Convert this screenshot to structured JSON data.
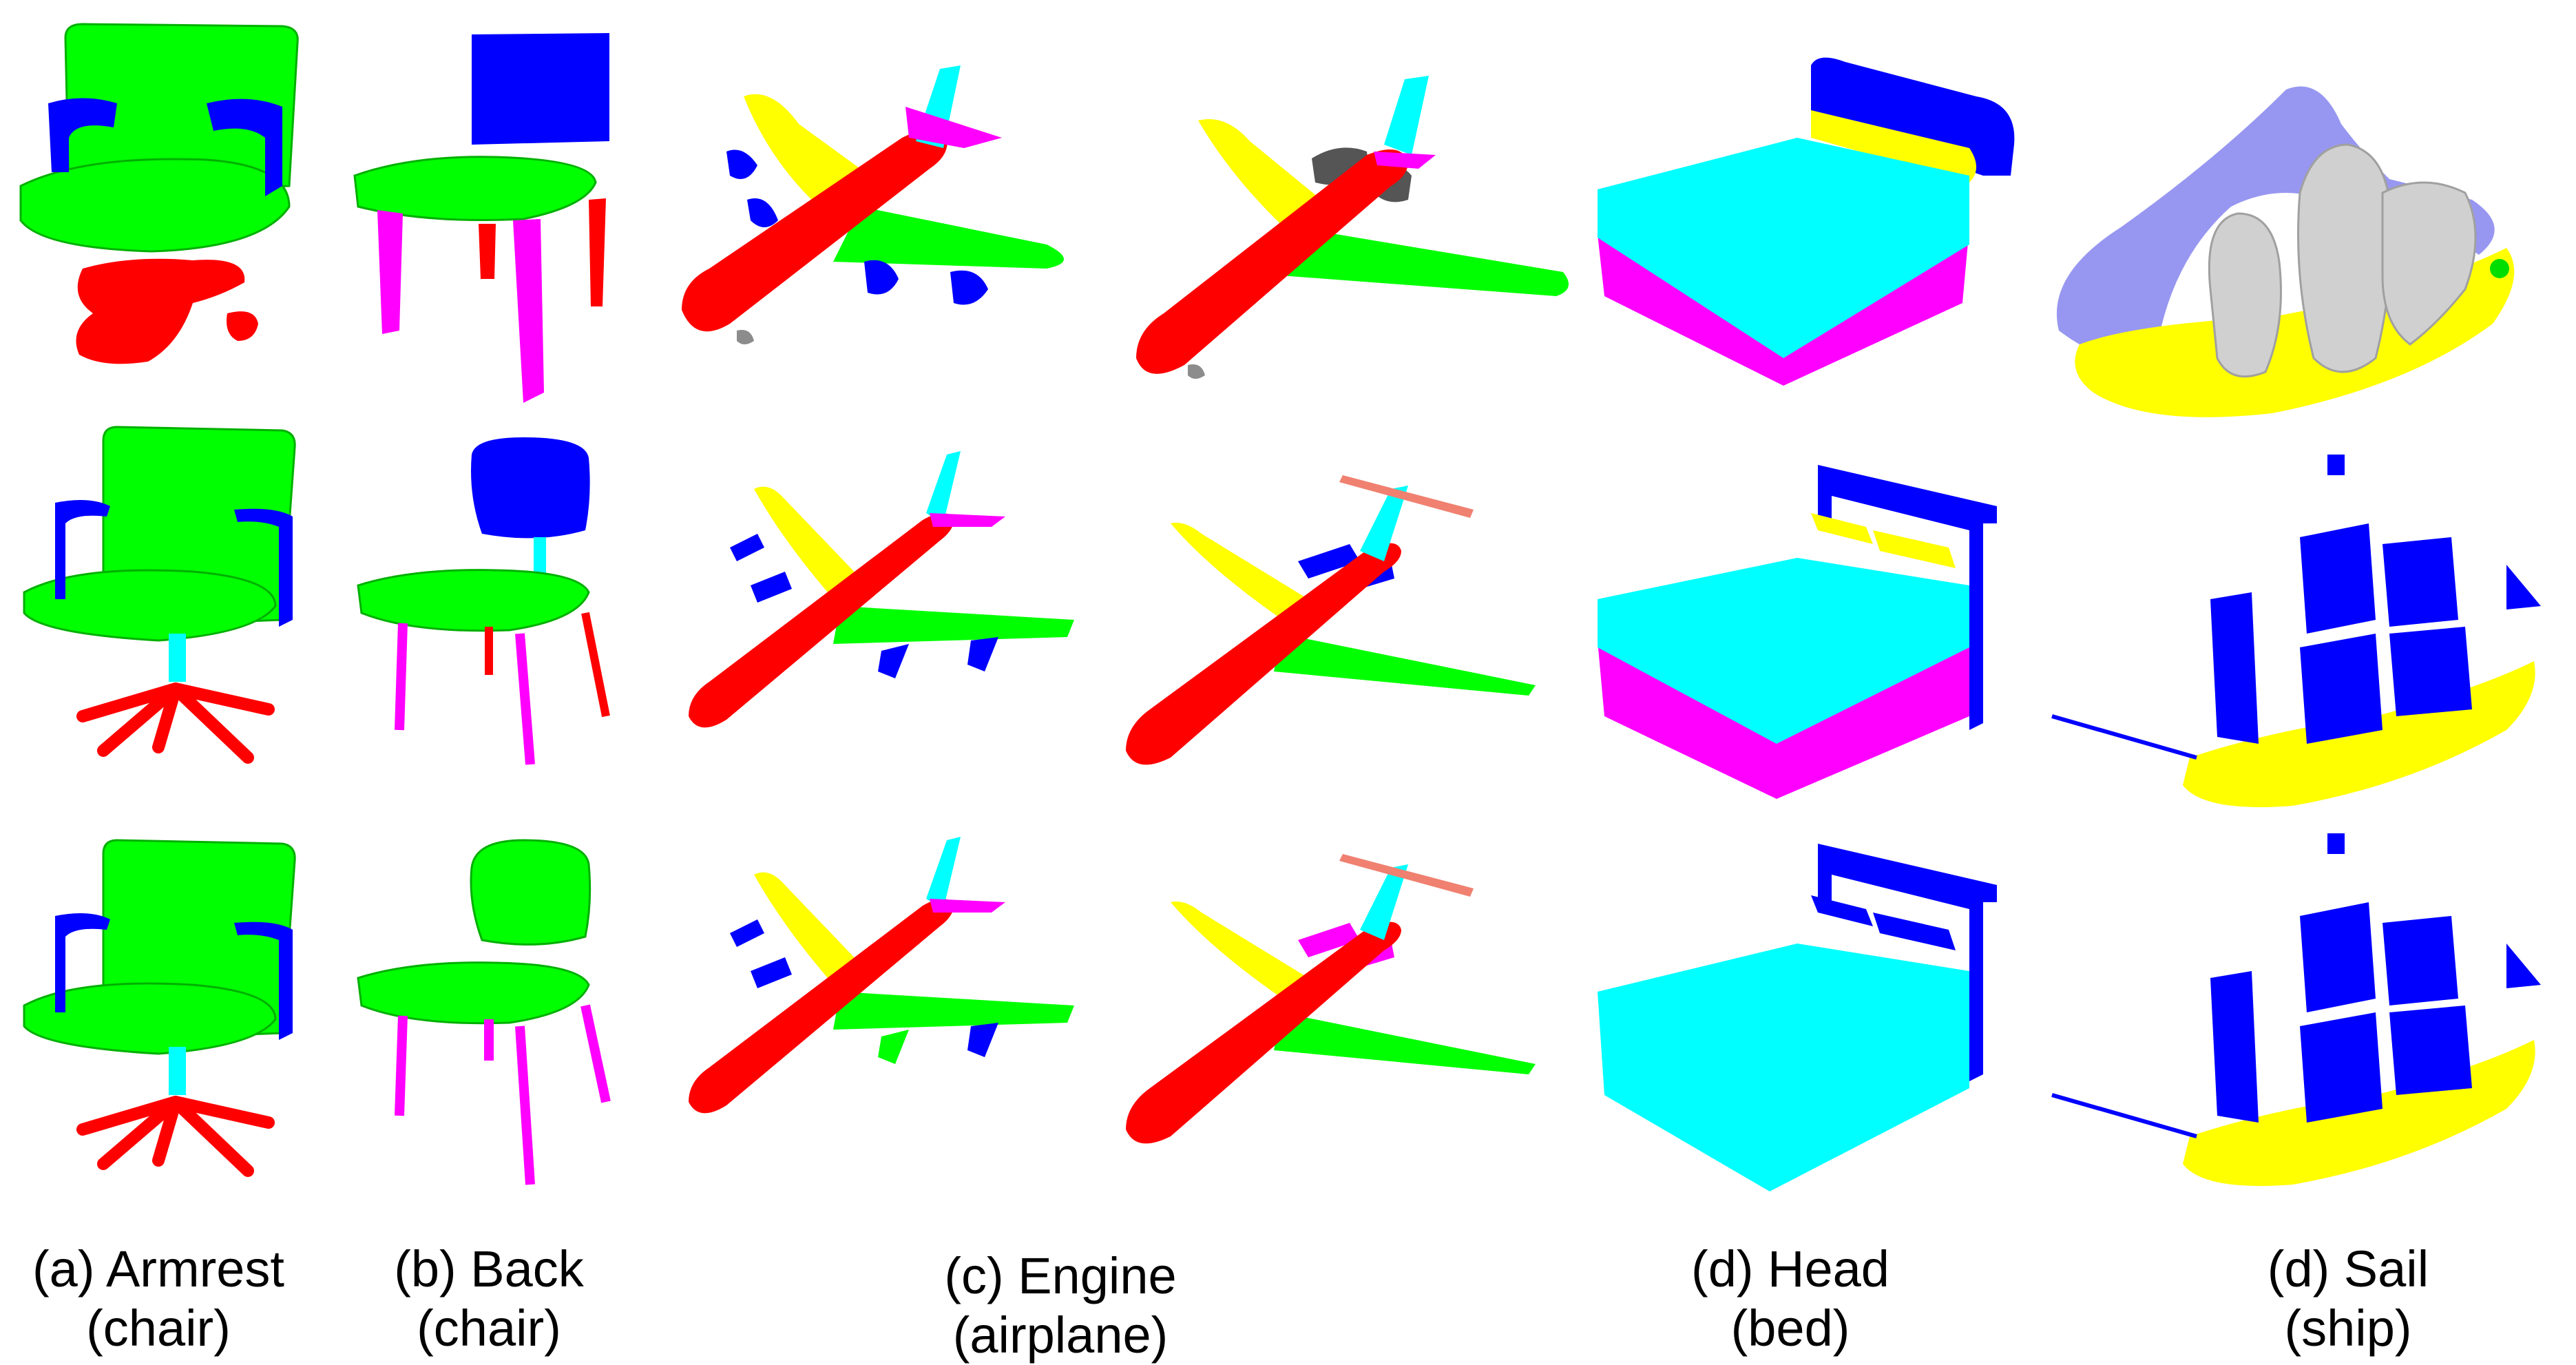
{
  "colors": {
    "red": "#ff0000",
    "green": "#00ff00",
    "blue": "#0000ff",
    "yellow": "#ffff00",
    "cyan": "#00ffff",
    "magenta": "#ff00ff",
    "gray": "#8c8c8c",
    "lightgray": "#d0d0d0",
    "lavender": "#8c8cf0",
    "salmon": "#f08070"
  },
  "columns": [
    {
      "line1": "(a) Armrest",
      "line2": "(chair)",
      "icon": "office-chair"
    },
    {
      "line1": "(b) Back",
      "line2": "(chair)",
      "icon": "side-chair"
    },
    {
      "line1": "(c) Engine",
      "line2": "(airplane)",
      "icon": "airplane"
    },
    {
      "line1": "(d) Head",
      "line2": "(bed)",
      "icon": "bed"
    },
    {
      "line1": "(d) Sail",
      "line2": "(ship)",
      "icon": "sailing-ship"
    }
  ]
}
